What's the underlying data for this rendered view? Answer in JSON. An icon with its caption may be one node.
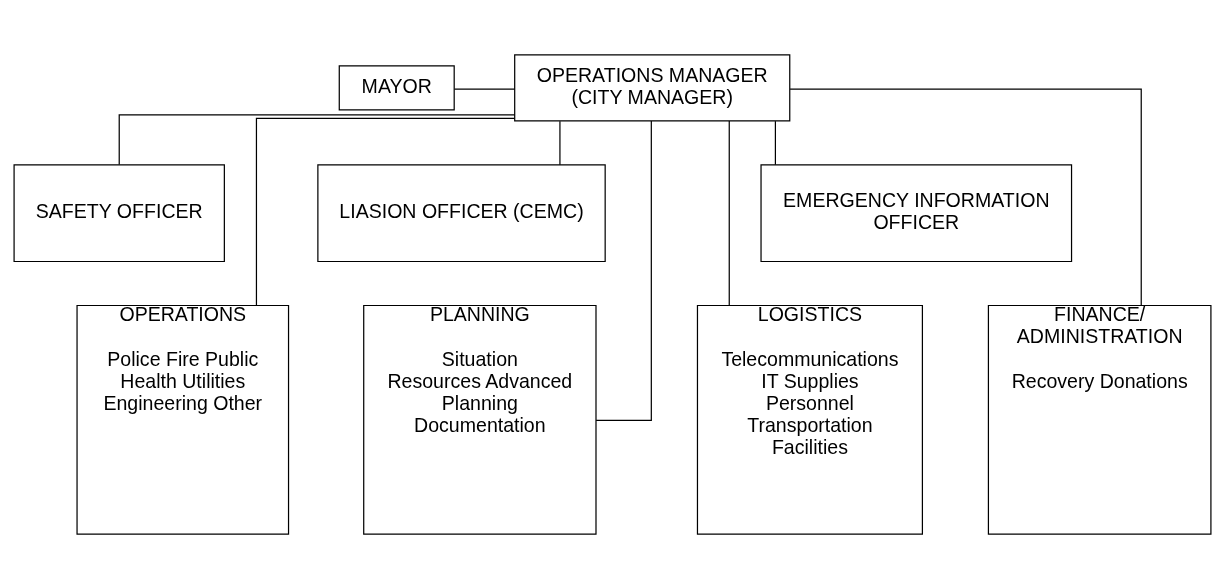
{
  "diagram": {
    "nodes": [
      {
        "text": [
          "MAYOR"
        ]
      },
      {
        "text": [
          "OPERATIONS MANAGER (CITY MANAGER)"
        ]
      },
      {
        "text": [
          "SAFETY OFFICER"
        ]
      },
      {
        "text": [
          "LIASION OFFICER (CEMC)"
        ]
      },
      {
        "text": [
          "EMERGENCY INFORMATION OFFICER"
        ]
      },
      {
        "text": [
          "OPERATIONS",
          "Police Fire Public Health Utilities Engineering Other"
        ]
      },
      {
        "text": [
          "PLANNING",
          "Situation Resources Advanced Planning Documentation"
        ]
      },
      {
        "text": [
          "LOGISTICS",
          "Telecommunications IT Supplies Personnel Transportation Facilities"
        ]
      },
      {
        "text": [
          "FINANCE/ ADMINISTRATION",
          "Recovery Donations"
        ]
      }
    ],
    "edges": [
      {
        "from": 0,
        "to": 1,
        "arrow": "none"
      },
      {
        "from": 1,
        "to": 2,
        "arrow": "none"
      },
      {
        "from": 1,
        "to": 3,
        "arrow": "none"
      },
      {
        "from": 1,
        "to": 4,
        "arrow": "none"
      },
      {
        "from": 1,
        "to": 5,
        "arrow": "none"
      },
      {
        "from": 1,
        "to": 6,
        "arrow": "none"
      },
      {
        "from": 1,
        "to": 7,
        "arrow": "none"
      },
      {
        "from": 1,
        "to": 8,
        "arrow": "none"
      }
    ]
  }
}
